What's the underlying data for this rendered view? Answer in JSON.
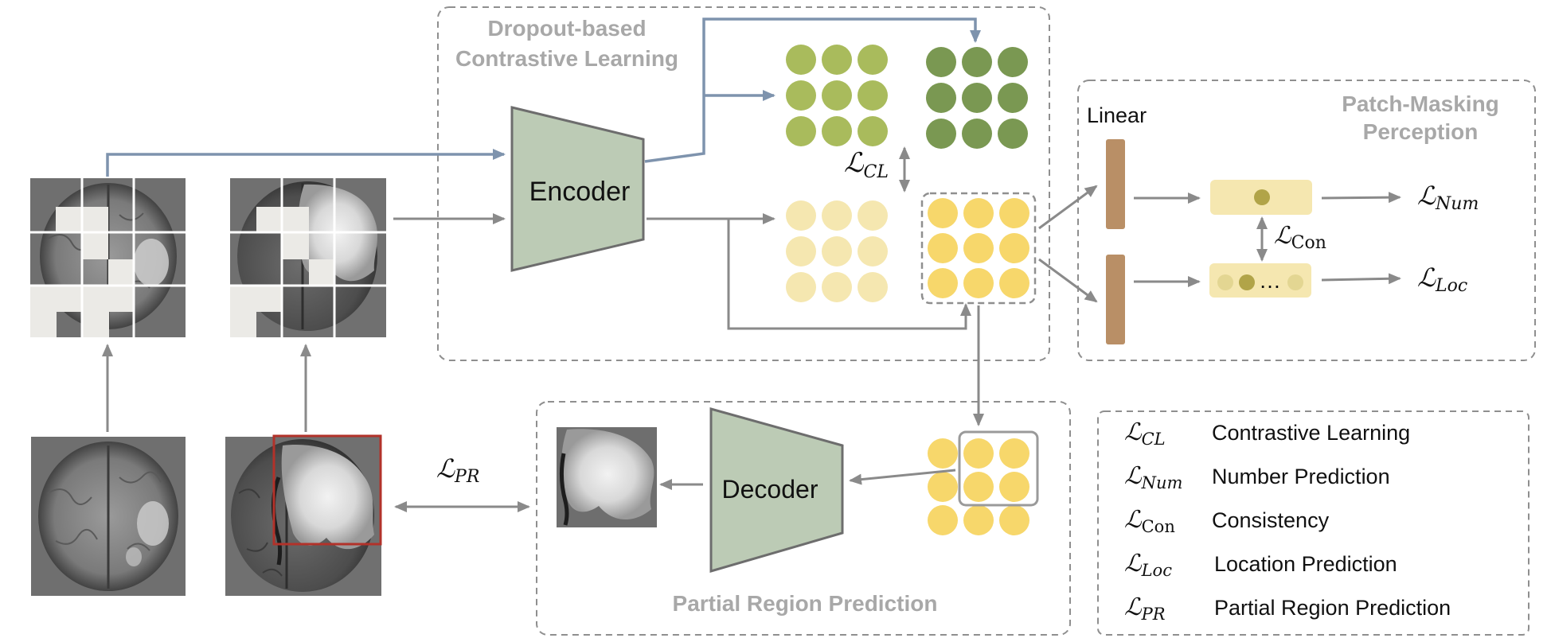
{
  "modules": {
    "dropout_title_1": "Dropout-based",
    "dropout_title_2": "Contrastive Learning",
    "patch_title_1": "Patch-Masking",
    "patch_title_2": "Perception",
    "partial_title": "Partial Region Prediction",
    "encoder": "Encoder",
    "decoder": "Decoder",
    "linear": "Linear",
    "ellipsis": "…"
  },
  "losses": {
    "cl": {
      "script": "ℒ",
      "sub": "CL"
    },
    "num": {
      "script": "ℒ",
      "sub": "Num"
    },
    "con": {
      "script": "ℒ",
      "sub": "Con"
    },
    "loc": {
      "script": "ℒ",
      "sub": "Loc"
    },
    "pr": {
      "script": "ℒ",
      "sub": "PR"
    }
  },
  "legend": [
    {
      "symbol": "ℒ",
      "sub": "CL",
      "text": "Contrastive Learning"
    },
    {
      "symbol": "ℒ",
      "sub": "Num",
      "text": "Number Prediction"
    },
    {
      "symbol": "ℒ",
      "sub": "Con",
      "text": "Consistency"
    },
    {
      "symbol": "ℒ",
      "sub": "Loc",
      "text": "Location Prediction"
    },
    {
      "symbol": "ℒ",
      "sub": "PR",
      "text": "Partial Region Prediction"
    }
  ],
  "colors": {
    "encoder_fill": "#bccbb5",
    "encoder_stroke": "#6d6d6d",
    "light_green": "#a9bb5c",
    "dark_green": "#7a9852",
    "light_yellow": "#f5e7b0",
    "yellow": "#f7d76b",
    "bar": "#b98f66",
    "arrow_gray": "#8a8a8a",
    "arrow_blue": "#7e93ad",
    "dashed": "#8f8f8f",
    "red_box": "#b2322a"
  }
}
